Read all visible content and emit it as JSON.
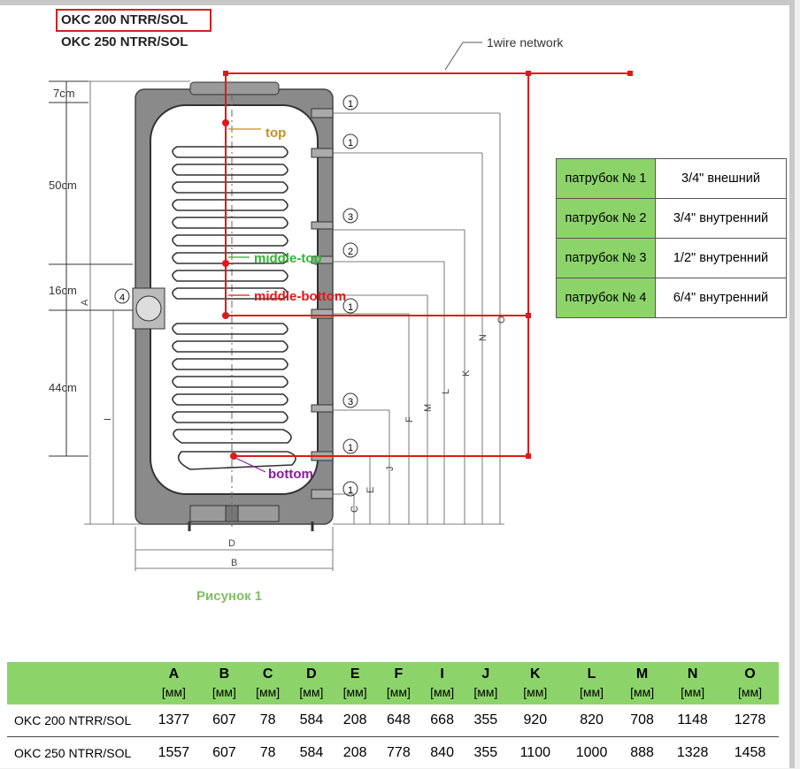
{
  "models": [
    "OKC 200 NTRR/SOL",
    "OKC 250 NTRR/SOL"
  ],
  "network_label": "1wire network",
  "sensors": {
    "top": {
      "label": "top",
      "color": "#c8901a"
    },
    "middle_top": {
      "label": "middle-top",
      "color": "#33b433"
    },
    "middle_bottom": {
      "label": "middle-bottom",
      "color": "#e01818"
    },
    "bottom": {
      "label": "bottom",
      "color": "#8a1a9a"
    }
  },
  "wire_color": "#e01818",
  "dimension_labels": {
    "d7": "7cm",
    "d50": "50cm",
    "d16": "16cm",
    "d44": "44cm"
  },
  "fitting_numbers": [
    "1",
    "1",
    "3",
    "2",
    "1",
    "3",
    "1",
    "1",
    "4"
  ],
  "letters": {
    "A": "A",
    "B": "B",
    "C": "C",
    "D": "D",
    "E": "E",
    "F": "F",
    "I": "I",
    "J": "J",
    "K": "K",
    "L": "L",
    "M": "M",
    "N": "N",
    "O": "O"
  },
  "figure_caption": "Рисунок 1",
  "fittings_table": [
    {
      "label": "патрубок № 1",
      "size": "3/4\" внешний"
    },
    {
      "label": "патрубок № 2",
      "size": "3/4\" внутренний"
    },
    {
      "label": "патрубок № 3",
      "size": "1/2\" внутренний"
    },
    {
      "label": "патрубок № 4",
      "size": "6/4\" внутренний"
    }
  ],
  "dims_table": {
    "columns": [
      "A",
      "B",
      "C",
      "D",
      "E",
      "F",
      "I",
      "J",
      "K",
      "L",
      "M",
      "N",
      "O"
    ],
    "unit": "[мм]",
    "rows": [
      {
        "model": "OKC 200 NTRR/SOL",
        "values": [
          "1377",
          "607",
          "78",
          "584",
          "208",
          "648",
          "668",
          "355",
          "920",
          "820",
          "708",
          "1148",
          "1278"
        ]
      },
      {
        "model": "OKC 250 NTRR/SOL",
        "values": [
          "1557",
          "607",
          "78",
          "584",
          "208",
          "778",
          "840",
          "355",
          "1100",
          "1000",
          "888",
          "1328",
          "1458"
        ]
      }
    ]
  },
  "colors": {
    "green_header": "#8cd46a",
    "caption_green": "#80c060",
    "outline_red": "#d42020"
  }
}
